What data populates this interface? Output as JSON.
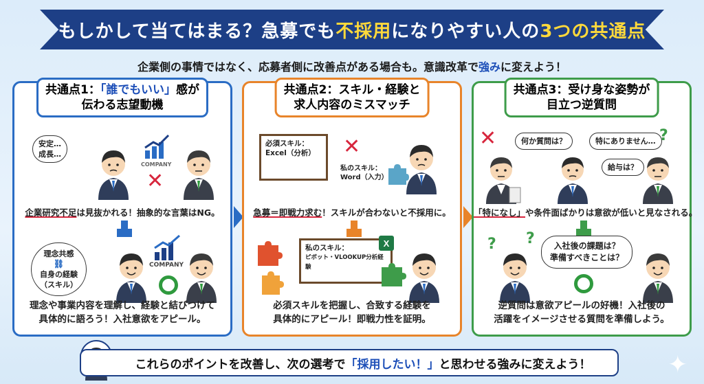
{
  "banner": {
    "title_pre": "もしかして当てはまる？急募でも",
    "title_hl1": "不採用",
    "title_mid": "になりやすい人の",
    "title_hl2": "3つの共通点"
  },
  "subtitle": {
    "pre": "企業側の事情ではなく、応募者側に改善点がある場合も。意識改革で",
    "hl": "強み",
    "post": "に変えよう！"
  },
  "cards": [
    {
      "head_line1_pre": "共通点1：",
      "head_line1_q": "「誰でもいい」",
      "head_line1_post": "感が",
      "head_line2": "伝わる志望動機",
      "bubble": "安定…\n成長…",
      "company_label": "COMPANY",
      "mid_ul": "企業研究不足",
      "mid_rest": "は見抜かれる！抽象的な言葉はNG。",
      "tag1": "理念共感",
      "tag2": "自身の経験\n（スキル）",
      "company_label2": "COMPANY",
      "bottom_line1": "理念や事業内容を理解し、経験と結びつけて",
      "bottom_line2": "具体的に語ろう！入社意欲をアピール。"
    },
    {
      "head_line1": "共通点2：スキル・経験と",
      "head_line2": "求人内容のミスマッチ",
      "board1": "必須スキル：\nExcel（分析）",
      "my_skill1": "私のスキル：\nWord（入力）",
      "mid_ul": "急募＝即戦力求む",
      "mid_rest": "！スキルが合わないと不採用に。",
      "board2_title": "私のスキル：",
      "board2_sub": "ピボット・VLOOKUP分析経験",
      "bottom_line1": "必須スキルを把握し、合致する経験を",
      "bottom_line2": "具体的にアピール！即戦力性を証明。"
    },
    {
      "head_line1": "共通点3：受け身な姿勢が",
      "head_line2": "目立つ逆質問",
      "bubble1": "何か質問は？",
      "bubble2": "特にありません…",
      "bubble3": "給与は？",
      "mid_ul": "「特になし」",
      "mid_rest": "や条件面ばかりは意欲が低いと見なされる。",
      "bubble4": "入社後の課題は？\n準備すべきことは？",
      "bottom_line1": "逆質問は意欲アピールの好機！入社後の",
      "bottom_line2": "活躍をイメージさせる質問を準備しよう。"
    }
  ],
  "footer": {
    "pre": "これらのポイントを改善し、次の選考で",
    "hl": "「採用したい！」",
    "post": "と思わせる強みに変えよう！"
  },
  "colors": {
    "navy": "#1d3f86",
    "blue": "#2a6cc4",
    "orange": "#e8842a",
    "green": "#3e9c4a",
    "red": "#d7263d",
    "yellow": "#ffd93b"
  }
}
